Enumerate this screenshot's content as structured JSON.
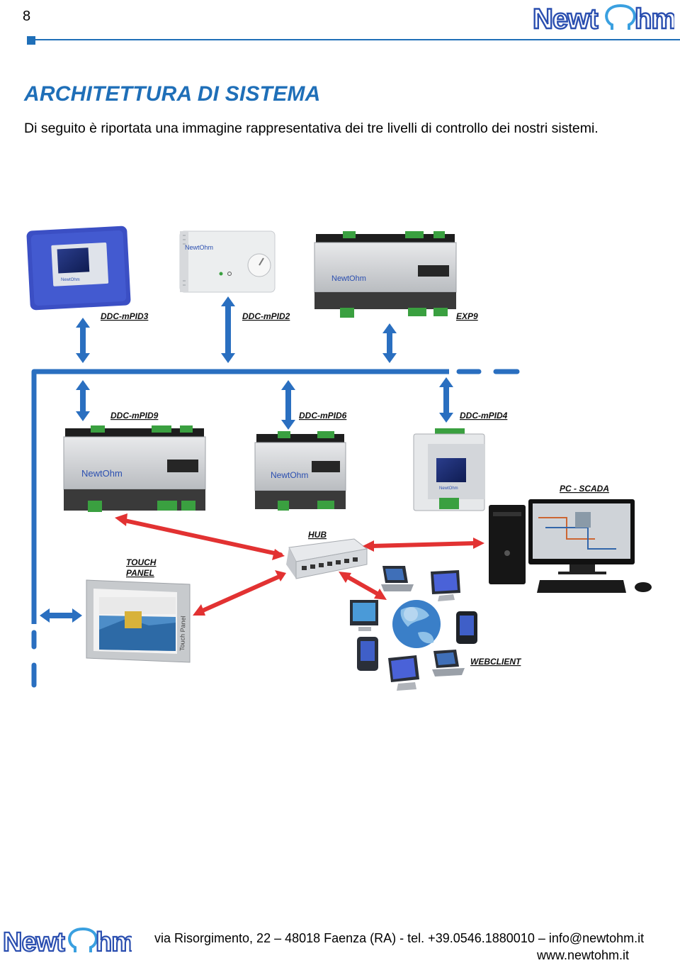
{
  "page_number": "8",
  "brand": "NewtOhm",
  "colors": {
    "accent": "#1f6fb8",
    "bus_blue": "#2a6fc0",
    "link_red": "#e23232"
  },
  "title": "ARCHITETTURA DI SISTEMA",
  "intro": "Di seguito è riportata una immagine rappresentativa dei tre livelli di controllo dei nostri sistemi.",
  "diagram": {
    "labels": {
      "ddc_mpid3": "DDC-mPID3",
      "ddc_mpid2": "DDC-mPID2",
      "exp9": "EXP9",
      "ddc_mpid9": "DDC-mPID9",
      "ddc_mpid6": "DDC-mPID6",
      "ddc_mpid4": "DDC-mPID4",
      "pc_scada": "PC - SCADA",
      "hub": "HUB",
      "touch_panel_1": "TOUCH",
      "touch_panel_2": "PANEL",
      "webclient": "WEBCLIENT"
    },
    "device_text": {
      "panel_side": "Touch Panel"
    }
  },
  "footer": {
    "address": "via Risorgimento, 22 – 48018 Faenza (RA) - tel. +39.0546.1880010 – info@newtohm.it",
    "website": "www.newtohm.it"
  }
}
